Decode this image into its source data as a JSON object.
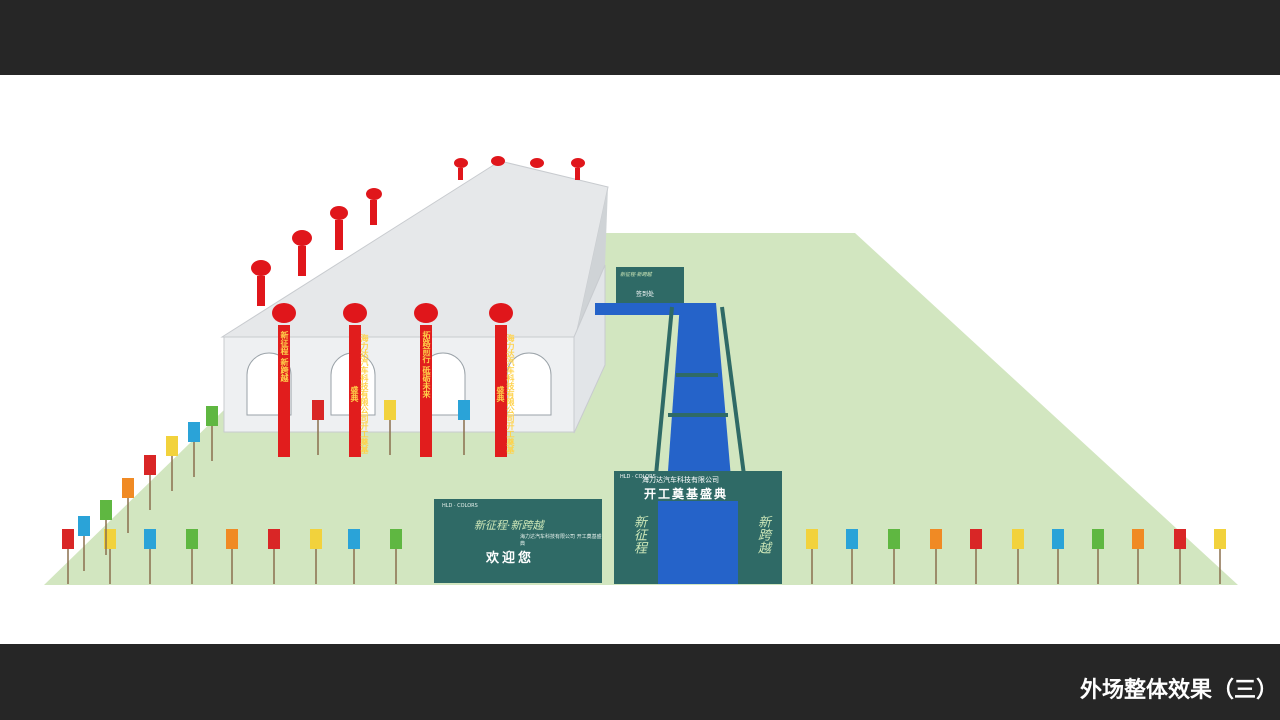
{
  "caption": "外场整体效果（三）",
  "colors": {
    "frame": "#262626",
    "ground": "#d2e6c0",
    "tent": "#dcdfe2",
    "carpet": "#2563c9",
    "board": "#2f6a66",
    "banner": "#e11d1d",
    "banner_text": "#ffd24a"
  },
  "banners": [
    {
      "text": "新征程 新跨越"
    },
    {
      "text": "海力达汽车科技有限公司开工奠基盛典"
    },
    {
      "text": "拓路前行 砥砺未来"
    },
    {
      "text": "海力达汽车科技有限公司开工奠基盛典"
    }
  ],
  "welcome_board": {
    "logos": "HLD · COLORS",
    "slogan": "新征程·新跨越",
    "company": "海力达汽车科技有限公司 开工奠基盛典",
    "title": "欢迎您"
  },
  "sign_in_board": {
    "slogan": "新征程·新跨越",
    "label": "签到处"
  },
  "arch": {
    "logos": "HLD · COLORS",
    "company": "海力达汽车科技有限公司",
    "title": "开工奠基盛典",
    "left_pillar": "新征程",
    "right_pillar": "新跨越"
  },
  "flag_colors": [
    "#d92626",
    "#f2d23c",
    "#2aa3d8",
    "#5fb741",
    "#f08a24"
  ]
}
